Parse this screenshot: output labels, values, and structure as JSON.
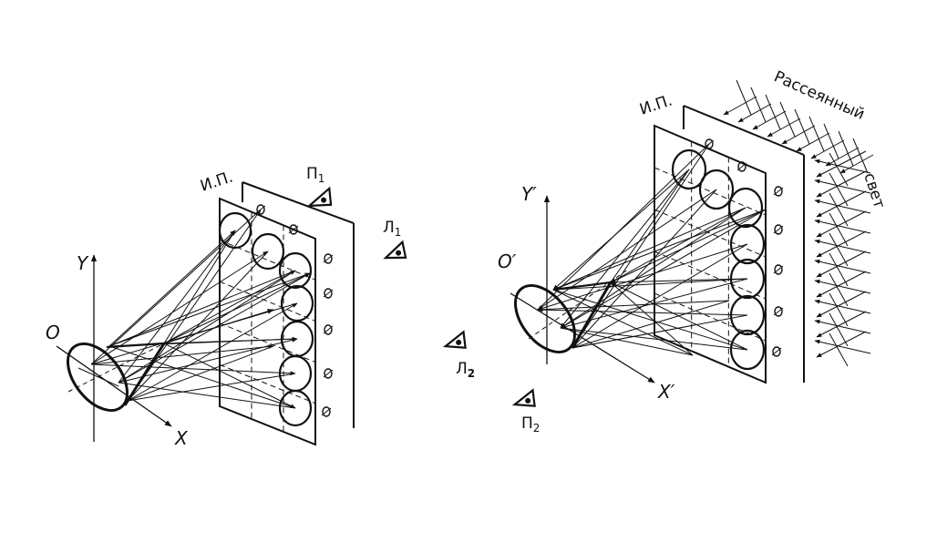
{
  "left": {
    "axis_y": "Y",
    "axis_x": "X",
    "origin": "O",
    "plate": "И.П.",
    "eye_p_base": "П",
    "eye_p_sub": "1",
    "eye_l_base": "Л",
    "eye_l_sub": "1"
  },
  "middle": {
    "eye_l_base": "Л",
    "eye_l_sub": "2",
    "eye_p_base": "П",
    "eye_p_sub": "2"
  },
  "right": {
    "axis_y": "Y′",
    "axis_x": "X′",
    "origin": "O′",
    "plate": "И.П.",
    "scatter_1": "Рассеянный",
    "scatter_2": "свет"
  },
  "colors": {
    "ink": "#111111",
    "paper": "#ffffff"
  },
  "icons": [
    "eye-icon"
  ]
}
